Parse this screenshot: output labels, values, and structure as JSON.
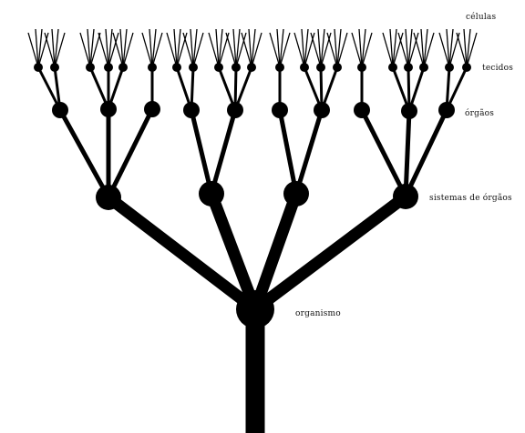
{
  "diagram": {
    "labels": {
      "cells": "células",
      "tissues": "tecidos",
      "organs": "órgãos",
      "organ_systems": "sistemas de órgãos",
      "organism": "organismo"
    },
    "levels": [
      "organismo",
      "sistemas de órgãos",
      "órgãos",
      "tecidos",
      "células"
    ],
    "ink_color": "#000000",
    "background_color": "#ffffff"
  }
}
